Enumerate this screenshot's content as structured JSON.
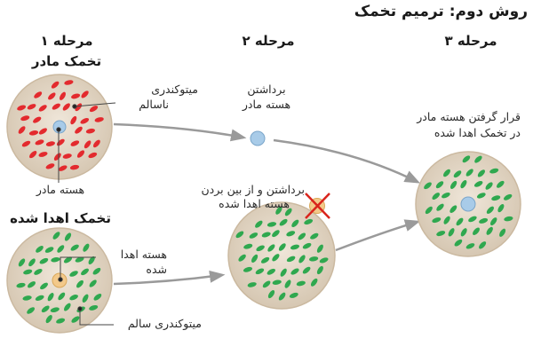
{
  "title": "روش دوم: ترمیم تخمک",
  "steps": {
    "s1": "مرحله ۱",
    "s2": "مرحله ۲",
    "s3": "مرحله ۳"
  },
  "cells": {
    "mother_egg": "تخمک مادر",
    "donor_egg": "تخمک اهدا شده"
  },
  "labels": {
    "healthy_mito_top": [
      "میتوکندری",
      "ناسالم"
    ],
    "mother_nucleus": "هسته مادر",
    "extract_mother_nucleus": [
      "برداشتن",
      "هسته مادر"
    ],
    "remove_donor_nucleus": [
      "برداشتن و از بین بردن",
      "هسته اهدا شده"
    ],
    "donor_nucleus": [
      "هسته اهدا",
      "شده"
    ],
    "healthy_mito_bottom": "میتوکندری سالم",
    "place_nucleus": [
      "قرار گرفتن هسته مادر",
      "در تخمک اهدا شده"
    ]
  },
  "colors": {
    "cytoplasm": "#e3d7c7",
    "mito_unhealthy": "#e32a2e",
    "mito_healthy": "#2fa84f",
    "mother_nucleus": "#a8cbe8",
    "donor_nucleus": "#f3c98a",
    "cross": "#d9241c",
    "arrow": "#9a9a9a"
  }
}
